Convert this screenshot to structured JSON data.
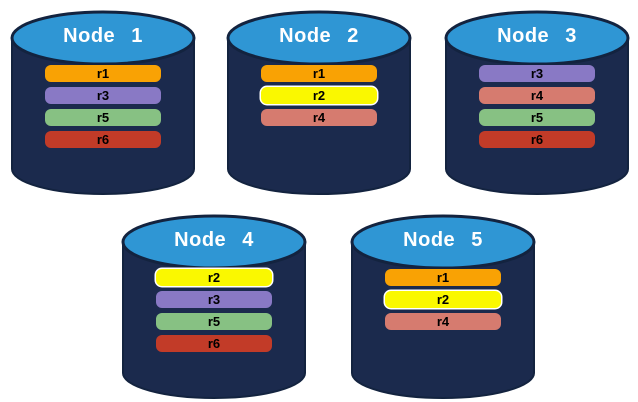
{
  "colors": {
    "background": "#ffffff",
    "cylinder_body": "#1B2A4D",
    "cylinder_outline": "#13233F",
    "cylinder_top_fill": "#2F96D4",
    "node_label_text": "#ffffff",
    "replica_label_text": "#000000",
    "highlight_border": "#ffffff"
  },
  "replica_colors": {
    "r1": "#F9A204",
    "r2": "#FAF800",
    "r3": "#8979C5",
    "r4": "#D67B6F",
    "r5": "#87C183",
    "r6": "#C23B28"
  },
  "bordered_replicas": [
    "r2"
  ],
  "nodes": [
    {
      "label": "Node 1",
      "replicas": [
        "r1",
        "r3",
        "r5",
        "r6"
      ]
    },
    {
      "label": "Node 2",
      "replicas": [
        "r1",
        "r2",
        "r4"
      ]
    },
    {
      "label": "Node 3",
      "replicas": [
        "r3",
        "r4",
        "r5",
        "r6"
      ]
    },
    {
      "label": "Node 4",
      "replicas": [
        "r2",
        "r3",
        "r5",
        "r6"
      ]
    },
    {
      "label": "Node 5",
      "replicas": [
        "r1",
        "r2",
        "r4"
      ]
    }
  ]
}
